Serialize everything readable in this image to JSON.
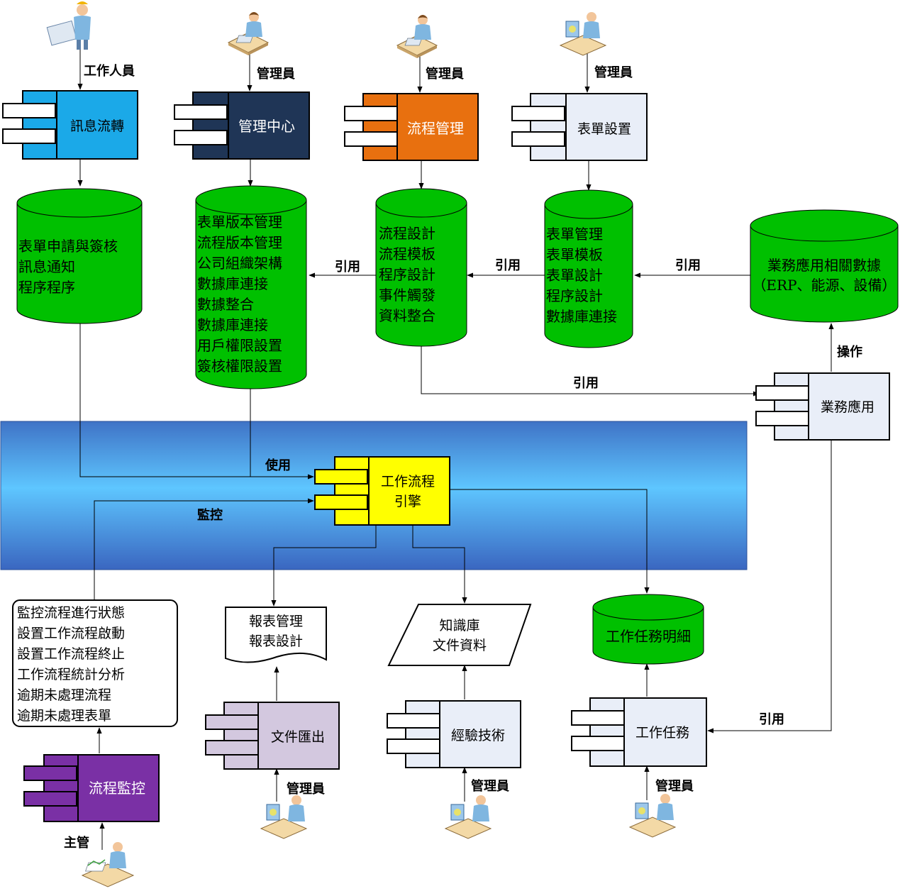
{
  "actors": {
    "staff": "工作人員",
    "admin1": "管理員",
    "admin2": "管理員",
    "admin3": "管理員",
    "admin4": "管理員",
    "admin5": "管理員",
    "admin6": "管理員",
    "supervisor": "主管"
  },
  "components": {
    "message_flow": "訊息流轉",
    "management_center": "管理中心",
    "process_management": "流程管理",
    "form_settings": "表單設置",
    "business_app": "業務應用",
    "workflow_engine_line1": "工作流程",
    "workflow_engine_line2": "引擎",
    "doc_export": "文件匯出",
    "experience_tech": "經驗技術",
    "work_task": "工作任務",
    "process_monitor": "流程監控"
  },
  "colors": {
    "message_flow": "#1ba9e8",
    "management_center": "#1f3556",
    "process_management": "#e8700f",
    "form_settings": "#e9eef8",
    "business_app": "#e9eef8",
    "workflow_engine": "#ffff00",
    "doc_export": "#d3c8df",
    "experience_tech": "#e9eef8",
    "work_task": "#e9eef8",
    "process_monitor": "#7a30a5",
    "database": "#00c000",
    "engine_band": "#4ea6ea"
  },
  "databases": {
    "message_flow_db": [
      "表單申請與簽核",
      "訊息通知",
      "程序程序"
    ],
    "management_db": [
      "表單版本管理",
      "流程版本管理",
      "公司組織架構",
      "數據庫連接",
      "數據整合",
      "數據庫連接",
      "用戶權限設置",
      "簽核權限設置"
    ],
    "process_db": [
      "流程設計",
      "流程模板",
      "程序設計",
      "事件觸發",
      "資料整合"
    ],
    "form_db": [
      "表單管理",
      "表單模板",
      "表單設計",
      "程序設計",
      "數據庫連接"
    ],
    "business_db": [
      "業務應用相關數據",
      "（ERP、能源、設備）"
    ],
    "task_detail_db": [
      "工作任務明細"
    ]
  },
  "documents": {
    "report": [
      "報表管理",
      "報表設計"
    ],
    "knowledge": [
      "知識庫",
      "文件資料"
    ],
    "monitor_list": [
      "監控流程進行狀態",
      "設置工作流程啟動",
      "設置工作流程終止",
      "工作流程統計分析",
      "逾期未處理流程",
      "逾期未處理表單"
    ]
  },
  "edge_labels": {
    "ref1": "引用",
    "ref2": "引用",
    "ref3": "引用",
    "ref4": "引用",
    "ref5": "引用",
    "operate": "操作",
    "use": "使用",
    "monitor": "監控"
  },
  "icons": [
    "person-blueprint-icon",
    "person-desk-icon",
    "person-computer-icon",
    "person-documents-icon"
  ]
}
